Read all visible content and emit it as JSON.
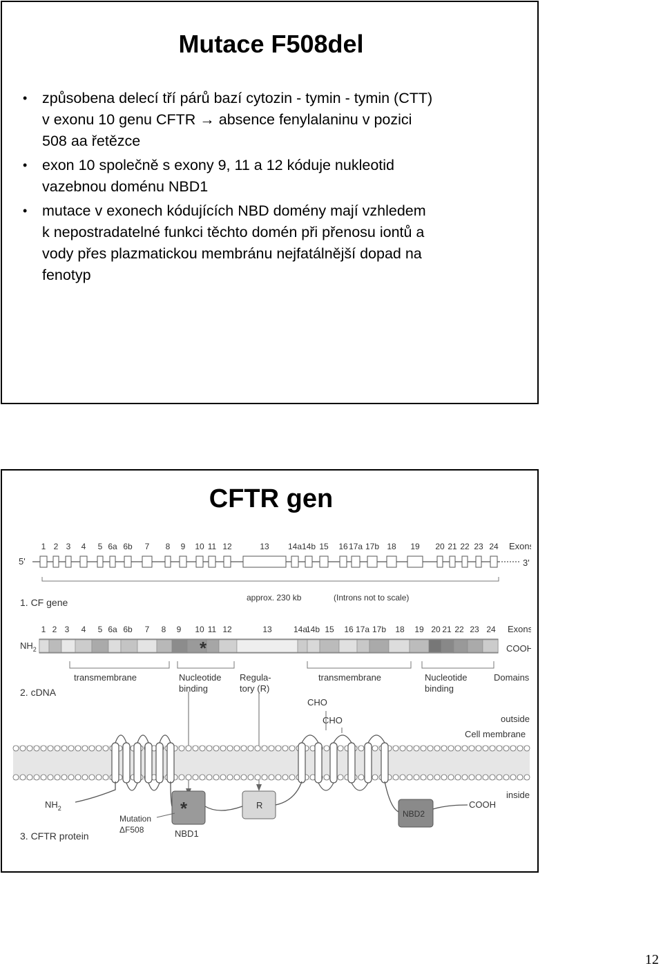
{
  "slide1": {
    "title": "Mutace F508del",
    "bullets": [
      [
        "způsobena delecí tří párů bazí cytozin - tymin - tymin (CTT)",
        "v exonu 10 genu CFTR → absence fenylalaninu v pozici",
        "508 aa řetězce"
      ],
      [
        "exon 10 společně s exony 9, 11 a 12  kóduje nukleotid",
        "vazebnou doménu NBD1"
      ],
      [
        "mutace v exonech kódujících NBD domény mají vzhledem",
        "k nepostradatelné funkci těchto domén při přenosu iontů a",
        "vody přes plazmatickou membránu nejfatálnější dopad na",
        "fenotyp"
      ]
    ]
  },
  "slide2": {
    "title": "CFTR gen",
    "figure": {
      "exon_numbers": [
        "1",
        "2",
        "3",
        "4",
        "5",
        "6a",
        "6b",
        "7",
        "8",
        "9",
        "10",
        "11",
        "12",
        "13",
        "14a",
        "14b",
        "15",
        "16",
        "17a",
        "17b",
        "18",
        "19",
        "20",
        "21",
        "22",
        "23",
        "24"
      ],
      "exons_label": "Exons",
      "five_prime": "5'",
      "three_prime": "3'",
      "gene_label": "1. CF gene",
      "gene_note": "approx. 230 kb",
      "gene_note2": "(Introns not to scale)",
      "nh2": "NH",
      "nh2_sub": "2",
      "cooh": "COOH",
      "domain_transmembrane": "transmembrane",
      "domain_nbd": [
        "Nucleotide",
        "binding"
      ],
      "domain_regulatory": [
        "Regula-",
        "tory (R)"
      ],
      "domains_label": "Domains",
      "cdna_label": "2. cDNA",
      "cho": "CHO",
      "outside": "outside",
      "cell_membrane": "Cell membrane",
      "inside": "inside",
      "mutation": [
        "Mutation",
        "ΔF508"
      ],
      "nbd1": "NBD1",
      "nbd2": "NBD2",
      "r_box": "R",
      "protein_label": "3. CFTR protein",
      "asterisk": "*"
    }
  },
  "page_number": "12"
}
